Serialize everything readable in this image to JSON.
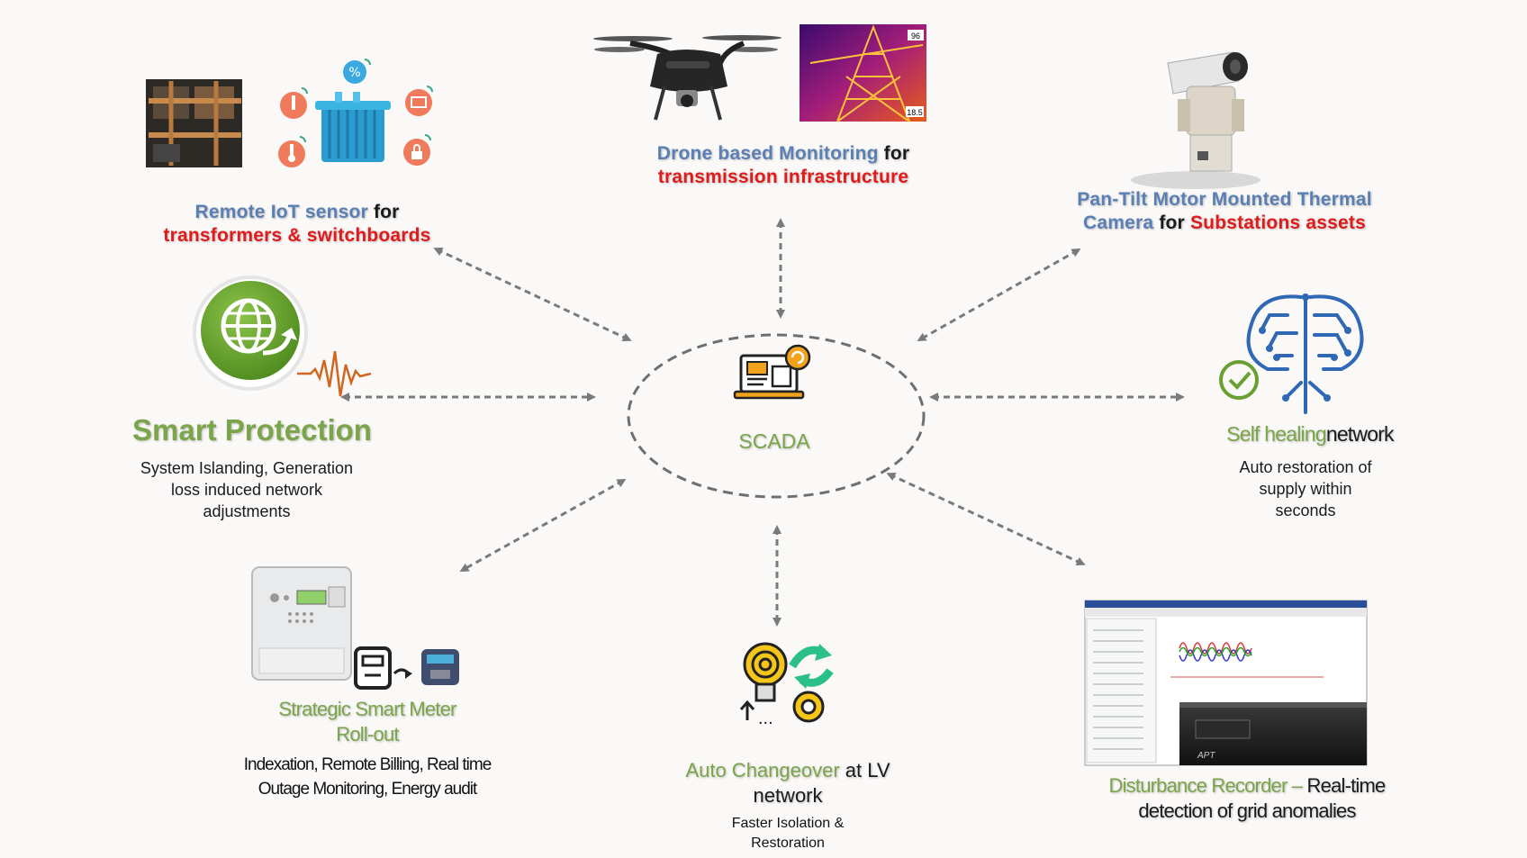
{
  "center": {
    "label": "SCADA"
  },
  "nodes": {
    "iot": {
      "title_blue": "Remote IoT sensor",
      "title_joiner": "for",
      "title_red": "transformers & switchboards"
    },
    "drone": {
      "title_blue": "Drone based Monitoring",
      "title_joiner": "for",
      "title_red": "transmission infrastructure"
    },
    "thermal": {
      "title_blue_1": "Pan-Tilt Motor Mounted Thermal",
      "title_blue_2": "Camera",
      "title_joiner": "for",
      "title_red": "Substations assets"
    },
    "protection": {
      "title": "Smart Protection",
      "desc_1": "System Islanding, Generation",
      "desc_2": "loss induced network",
      "desc_3": "adjustments"
    },
    "selfheal": {
      "title_green": "Self healing",
      "title_black": "network",
      "desc_1": "Auto restoration of",
      "desc_2": "supply within",
      "desc_3": "seconds"
    },
    "meter": {
      "title_1": "Strategic Smart Meter",
      "title_2": "Roll-out",
      "desc_1": "Indexation,  Remote Billing,  Real time",
      "desc_2": "Outage Monitoring,  Energy audit"
    },
    "changeover": {
      "title_green": "Auto Changeover",
      "title_black": "at LV",
      "title_2": "network",
      "desc_1": "Faster Isolation &",
      "desc_2": "Restoration"
    },
    "recorder": {
      "title_green": "Disturbance Recorder –",
      "title_black": "Real-time",
      "title_2": "detection of grid anomalies"
    }
  },
  "drone_thermal_readout": {
    "top_value": "96",
    "bottom_value": "18.5"
  },
  "colors": {
    "blue": "#5a7fb5",
    "red": "#e01b1b",
    "green": "#7aa54a",
    "arrow": "#7a7a7a",
    "globe": "#6aa82e"
  }
}
